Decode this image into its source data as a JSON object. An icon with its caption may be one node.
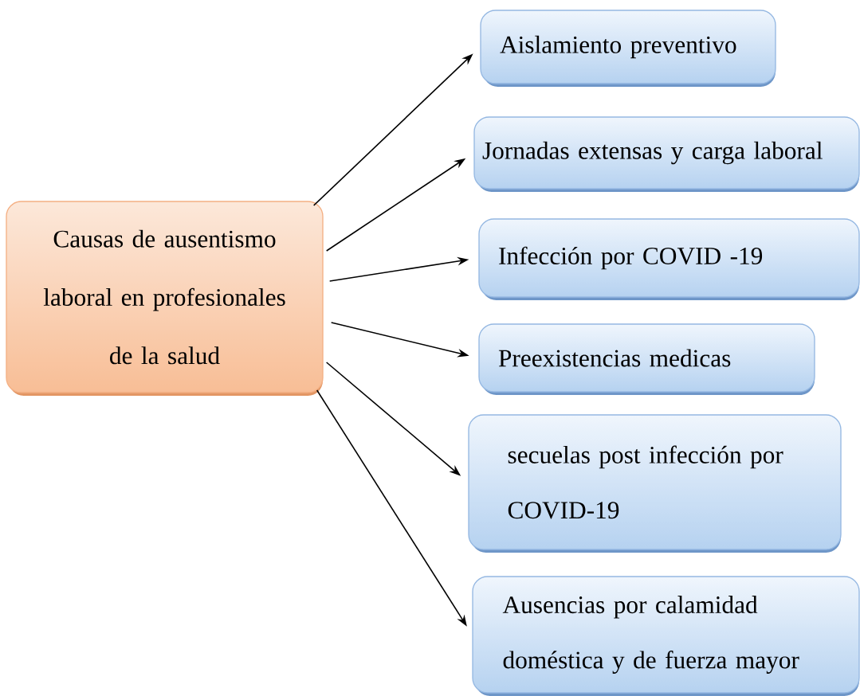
{
  "diagram": {
    "nodes": [
      {
        "text": [
          "Causas de ausentismo laboral en profesionales de la salud"
        ]
      },
      {
        "text": [
          "Aislamiento preventivo"
        ]
      },
      {
        "text": [
          "Jornadas extensas y carga laboral"
        ]
      },
      {
        "text": [
          "Infección por COVID -19"
        ]
      },
      {
        "text": [
          "Preexistencias medicas"
        ]
      },
      {
        "text": [
          "secuelas post infección por COVID-19"
        ]
      },
      {
        "text": [
          "Ausencias por calamidad doméstica y de fuerza mayor"
        ]
      }
    ],
    "edges": [
      {
        "from": 0,
        "to": 1,
        "arrow": "to"
      },
      {
        "from": 0,
        "to": 2,
        "arrow": "to"
      },
      {
        "from": 0,
        "to": 3,
        "arrow": "to"
      },
      {
        "from": 0,
        "to": 4,
        "arrow": "to"
      },
      {
        "from": 0,
        "to": 5,
        "arrow": "to"
      },
      {
        "from": 0,
        "to": 6,
        "arrow": "to"
      }
    ]
  }
}
